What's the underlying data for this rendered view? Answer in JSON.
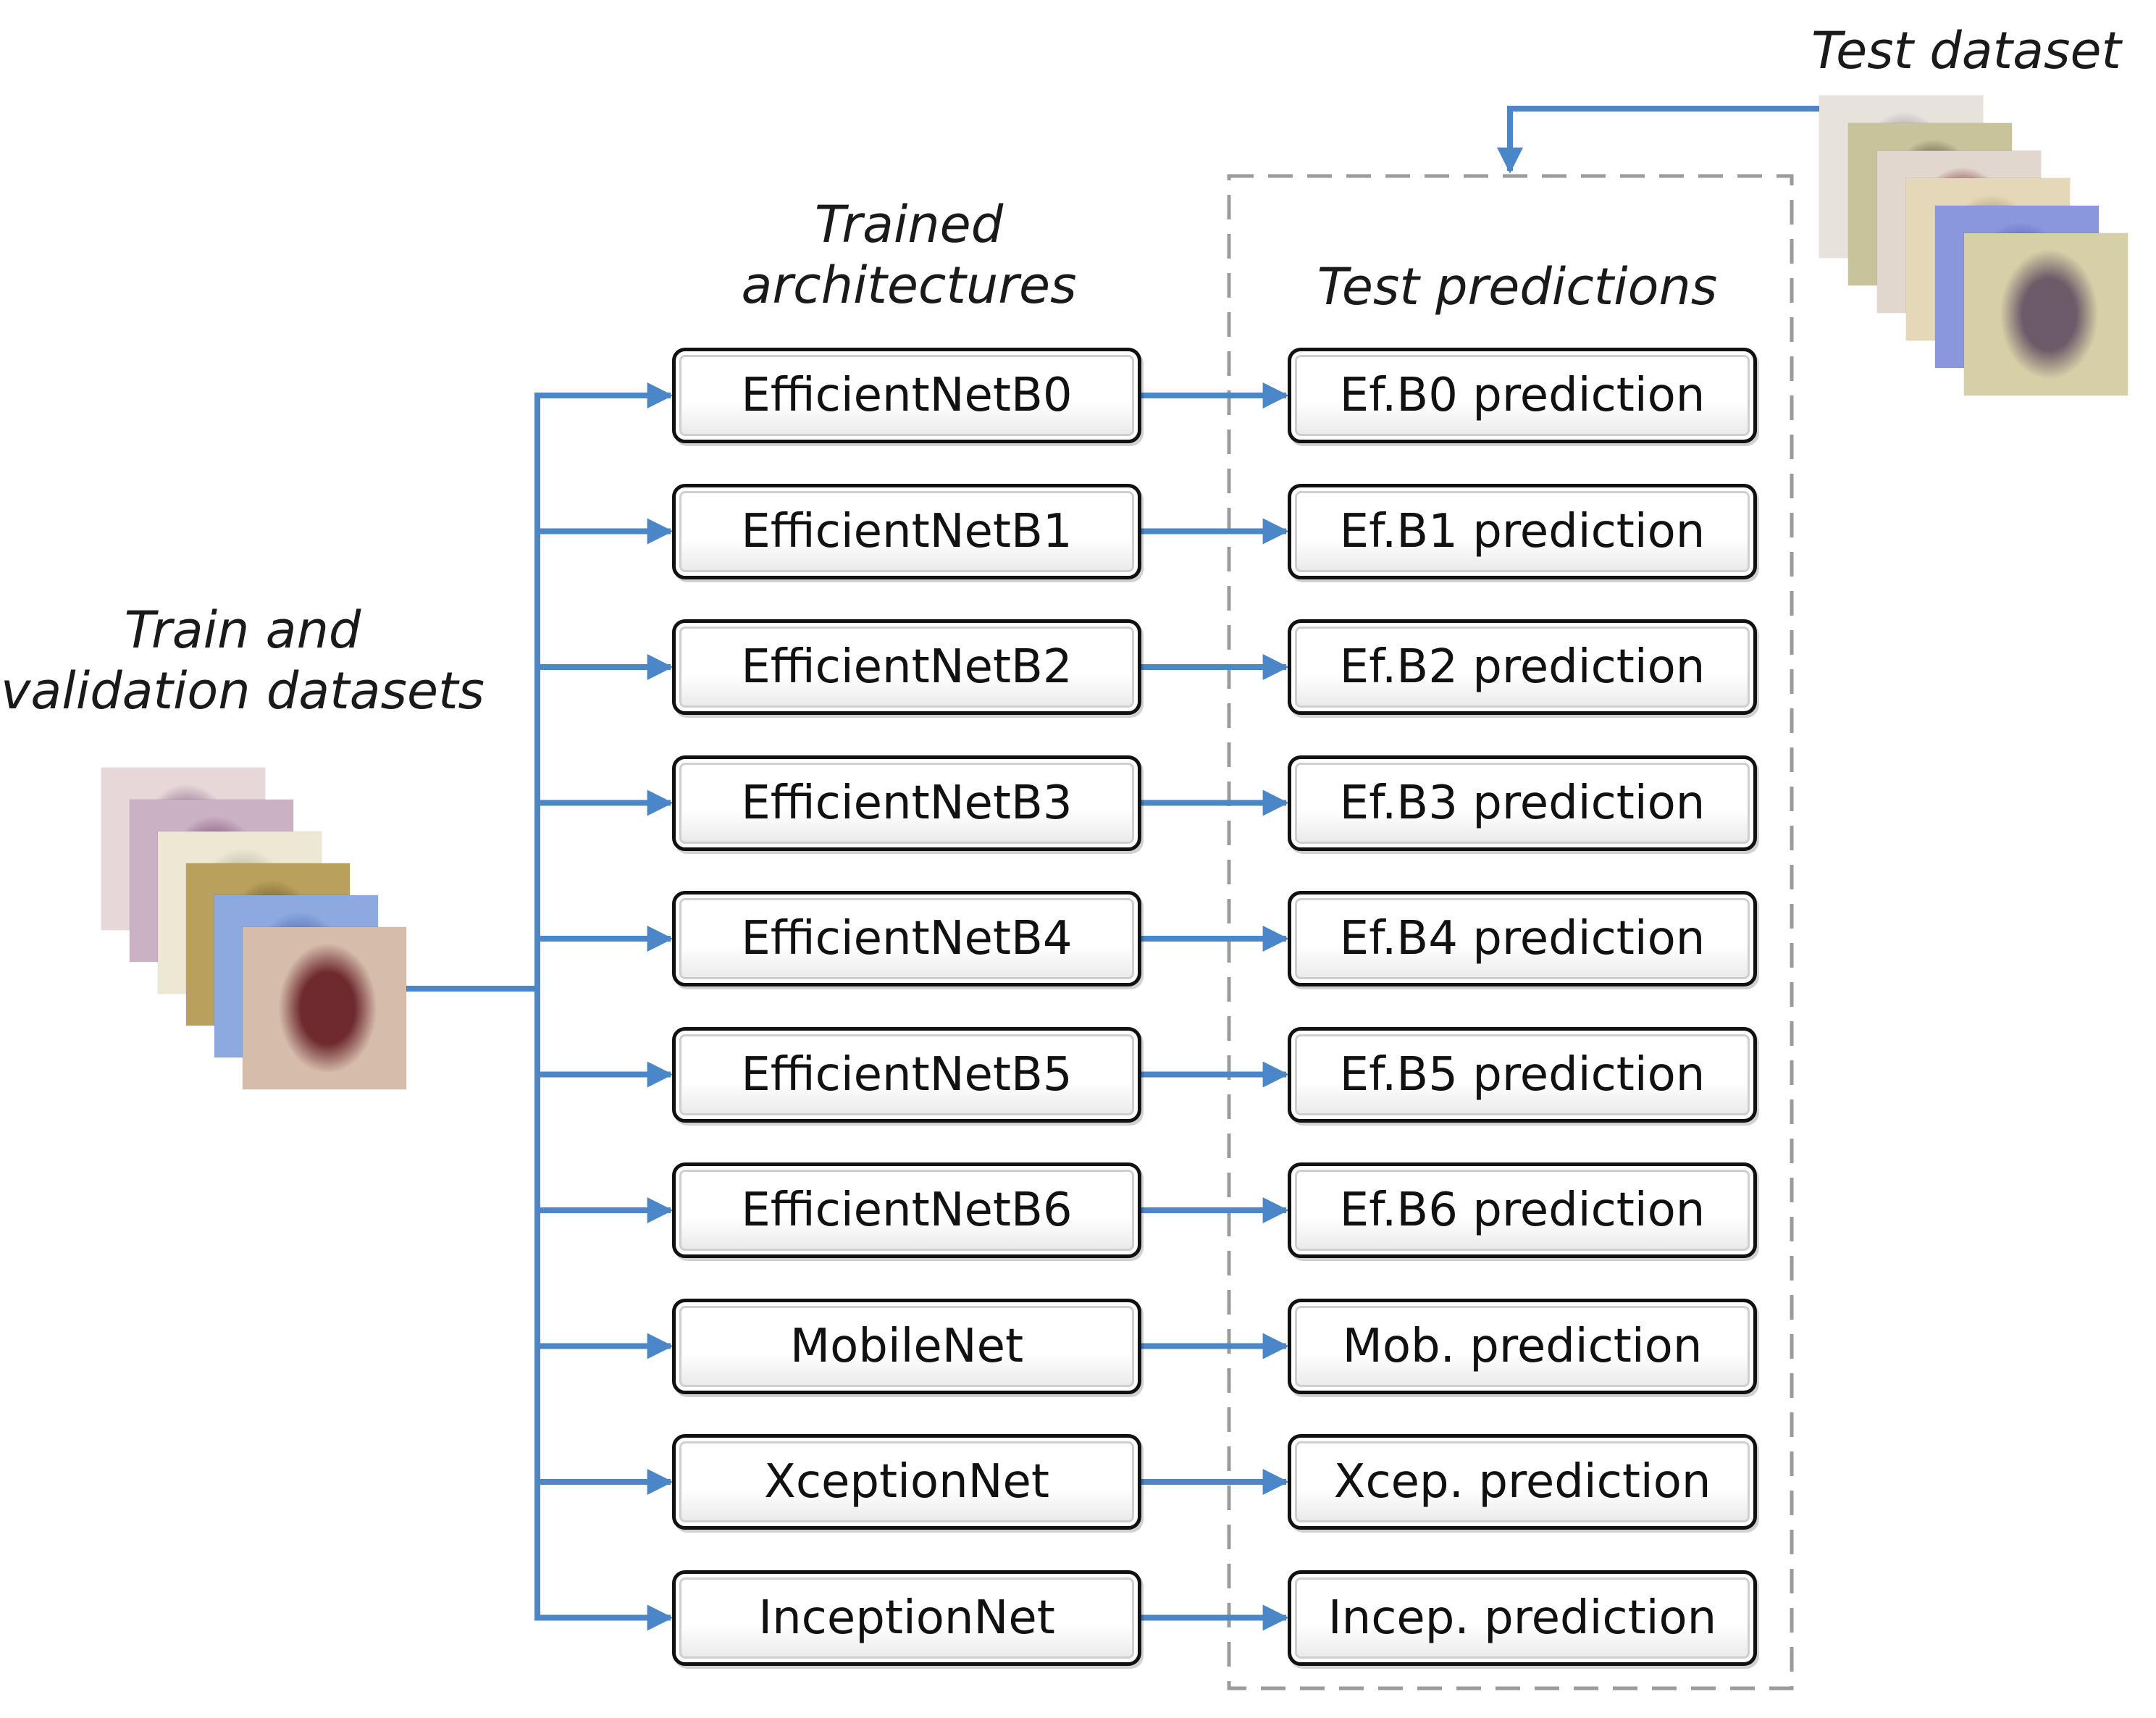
{
  "labels": {
    "train": [
      "Train and",
      "validation datasets"
    ],
    "trained": [
      "Trained",
      "architectures"
    ],
    "test_predictions": "Test predictions",
    "test_dataset": "Test dataset"
  },
  "architectures": [
    "EfficientNetB0",
    "EfficientNetB1",
    "EfficientNetB2",
    "EfficientNetB3",
    "EfficientNetB4",
    "EfficientNetB5",
    "EfficientNetB6",
    "MobileNet",
    "XceptionNet",
    "InceptionNet"
  ],
  "predictions": [
    "Ef.B0 prediction",
    "Ef.B1 prediction",
    "Ef.B2 prediction",
    "Ef.B3 prediction",
    "Ef.B4 prediction",
    "Ef.B5 prediction",
    "Ef.B6 prediction",
    "Mob. prediction",
    "Xcep. prediction",
    "Incep. prediction"
  ],
  "colors": {
    "arrow": "#4a86c8",
    "dashed_border": "#9b9b9b",
    "text": "#111111"
  },
  "train_images": [
    {
      "bg": "#e7d7d9",
      "blob": "#8e6c8f"
    },
    {
      "bg": "#cbb1c4",
      "blob": "#7d4f78"
    },
    {
      "bg": "#ece8d3",
      "blob": "#b6b4a0"
    },
    {
      "bg": "#b9a05c",
      "blob": "#6e5a2a"
    },
    {
      "bg": "#8ea9df",
      "blob": "#4c6bb5"
    },
    {
      "bg": "#d6bcaa",
      "blob": "#6e2a2e"
    }
  ],
  "test_images": [
    {
      "bg": "#e8e2dc",
      "blob": "#8b8d96"
    },
    {
      "bg": "#c9c39b",
      "blob": "#3d2c22"
    },
    {
      "bg": "#e2d7cf",
      "blob": "#6b1a1c"
    },
    {
      "bg": "#e4d8b9",
      "blob": "#9b8d62"
    },
    {
      "bg": "#8a97dd",
      "blob": "#4c5ab1"
    },
    {
      "bg": "#d7cfa8",
      "blob": "#6d5b69"
    }
  ]
}
